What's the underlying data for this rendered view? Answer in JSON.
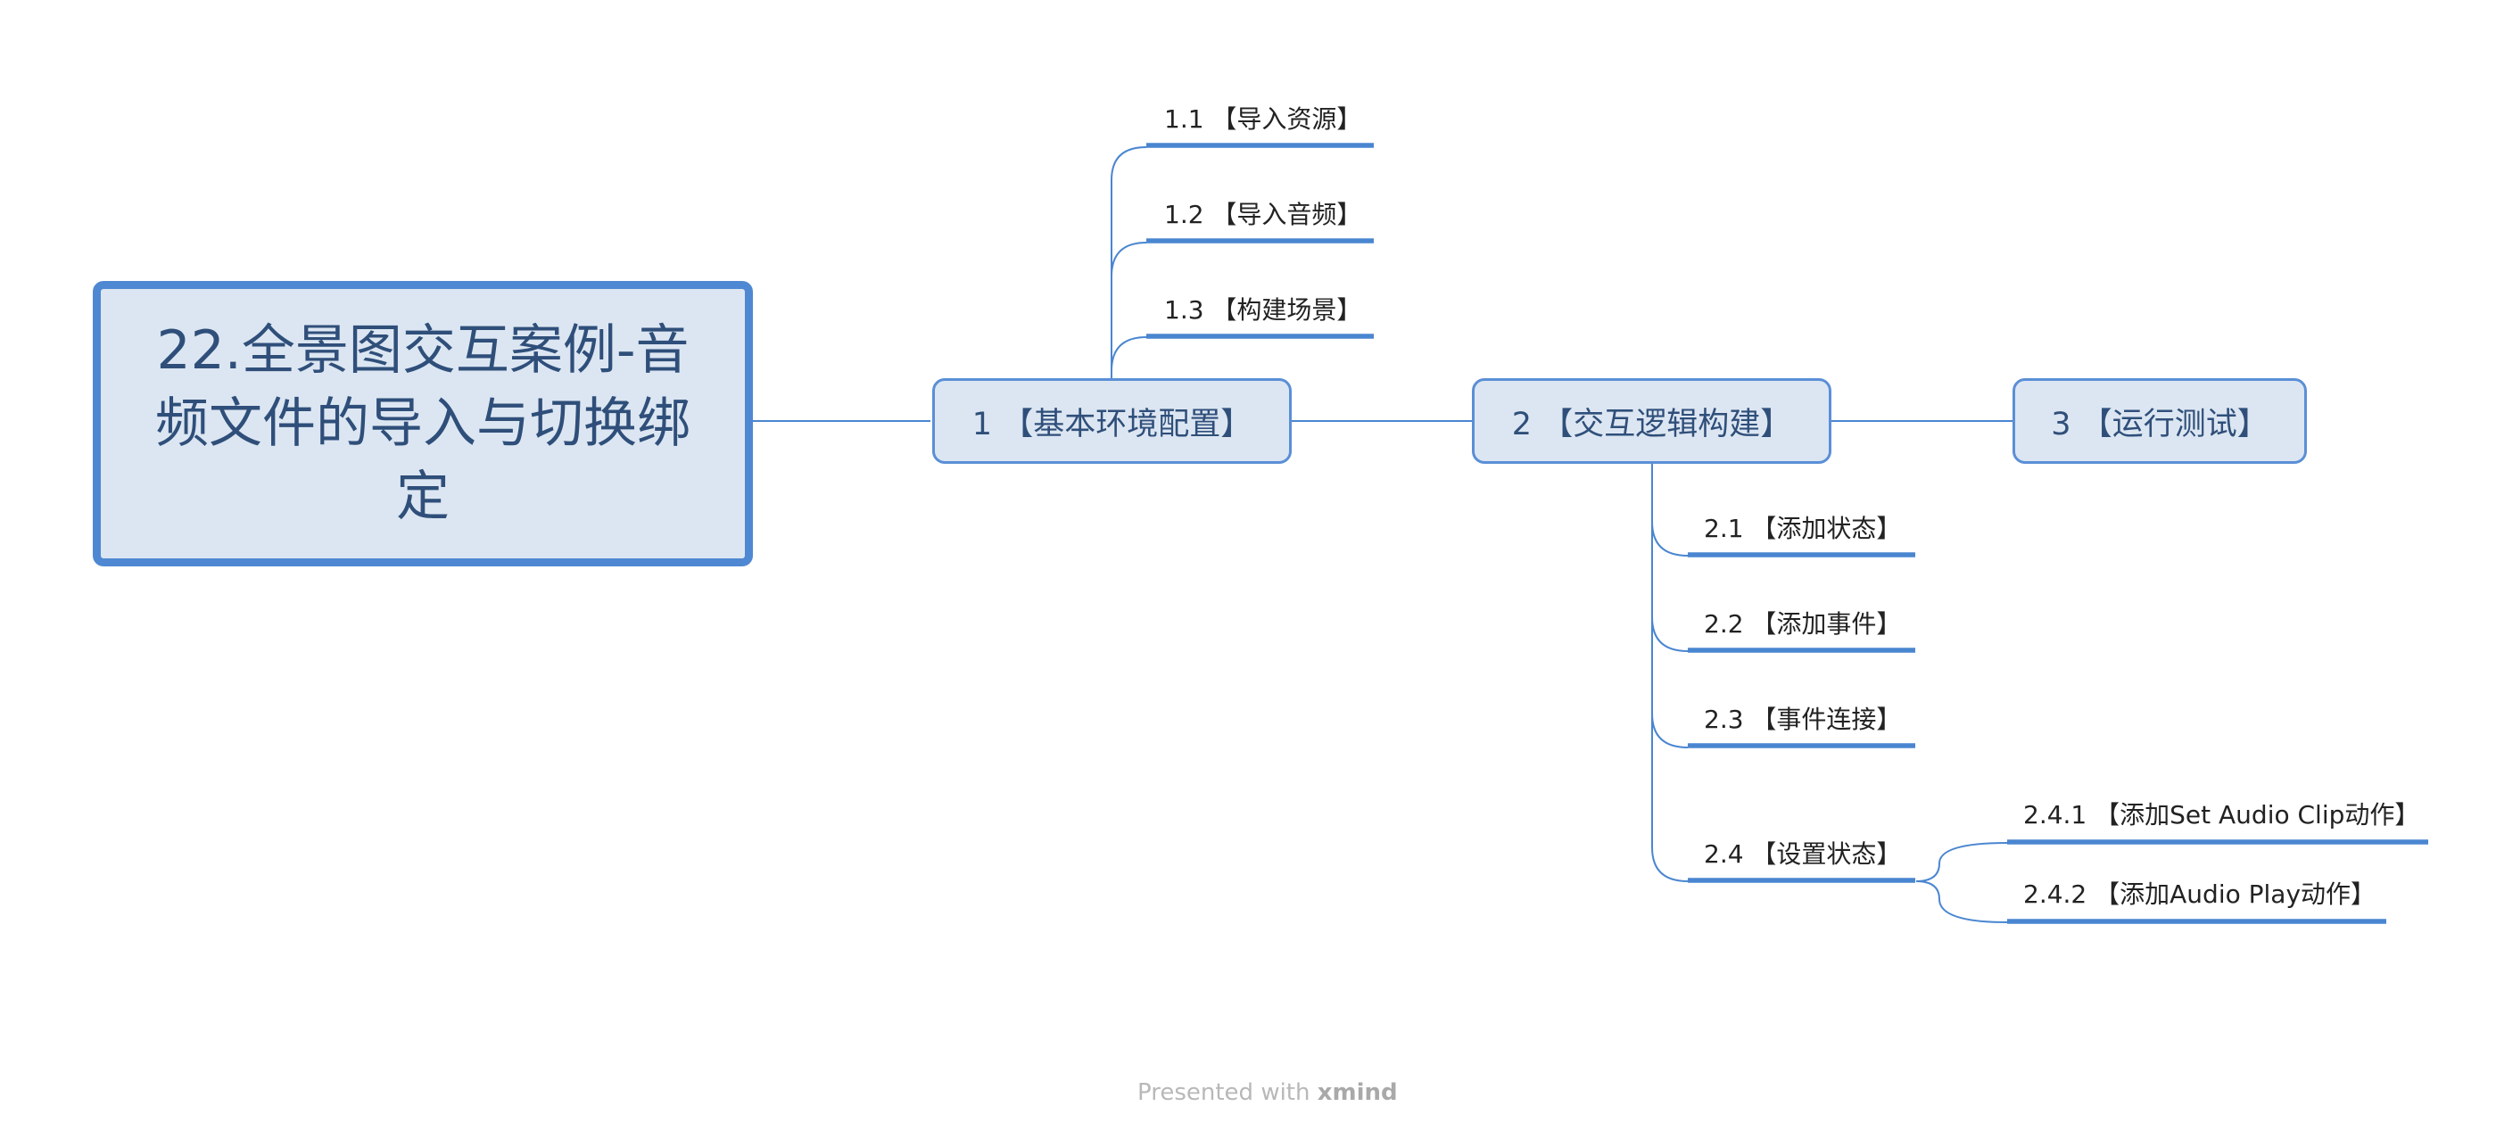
{
  "central_topic": "22.全景图交互案例-音频文件的导入与切换绑定",
  "main_topics": [
    {
      "label": "1 【基本环境配置】",
      "subtopics": [
        {
          "label": "1.1 【导入资源】"
        },
        {
          "label": "1.2 【导入音频】"
        },
        {
          "label": "1.3 【构建场景】"
        }
      ]
    },
    {
      "label": "2 【交互逻辑构建】",
      "subtopics": [
        {
          "label": "2.1 【添加状态】"
        },
        {
          "label": "2.2 【添加事件】"
        },
        {
          "label": "2.3 【事件连接】"
        },
        {
          "label": "2.4 【设置状态】",
          "subtopics": [
            {
              "label": "2.4.1 【添加Set Audio Clip动作】"
            },
            {
              "label": "2.4.2 【添加Audio Play动作】"
            }
          ]
        }
      ]
    },
    {
      "label": "3 【运行测试】",
      "subtopics": []
    }
  ],
  "footer": {
    "prefix": "Presented with",
    "brand": "xmind"
  },
  "colors": {
    "line": "#4a86d0",
    "node_fill": "#dce6f2",
    "node_border": "#5b8fd6",
    "text": "#2f4f7a"
  }
}
